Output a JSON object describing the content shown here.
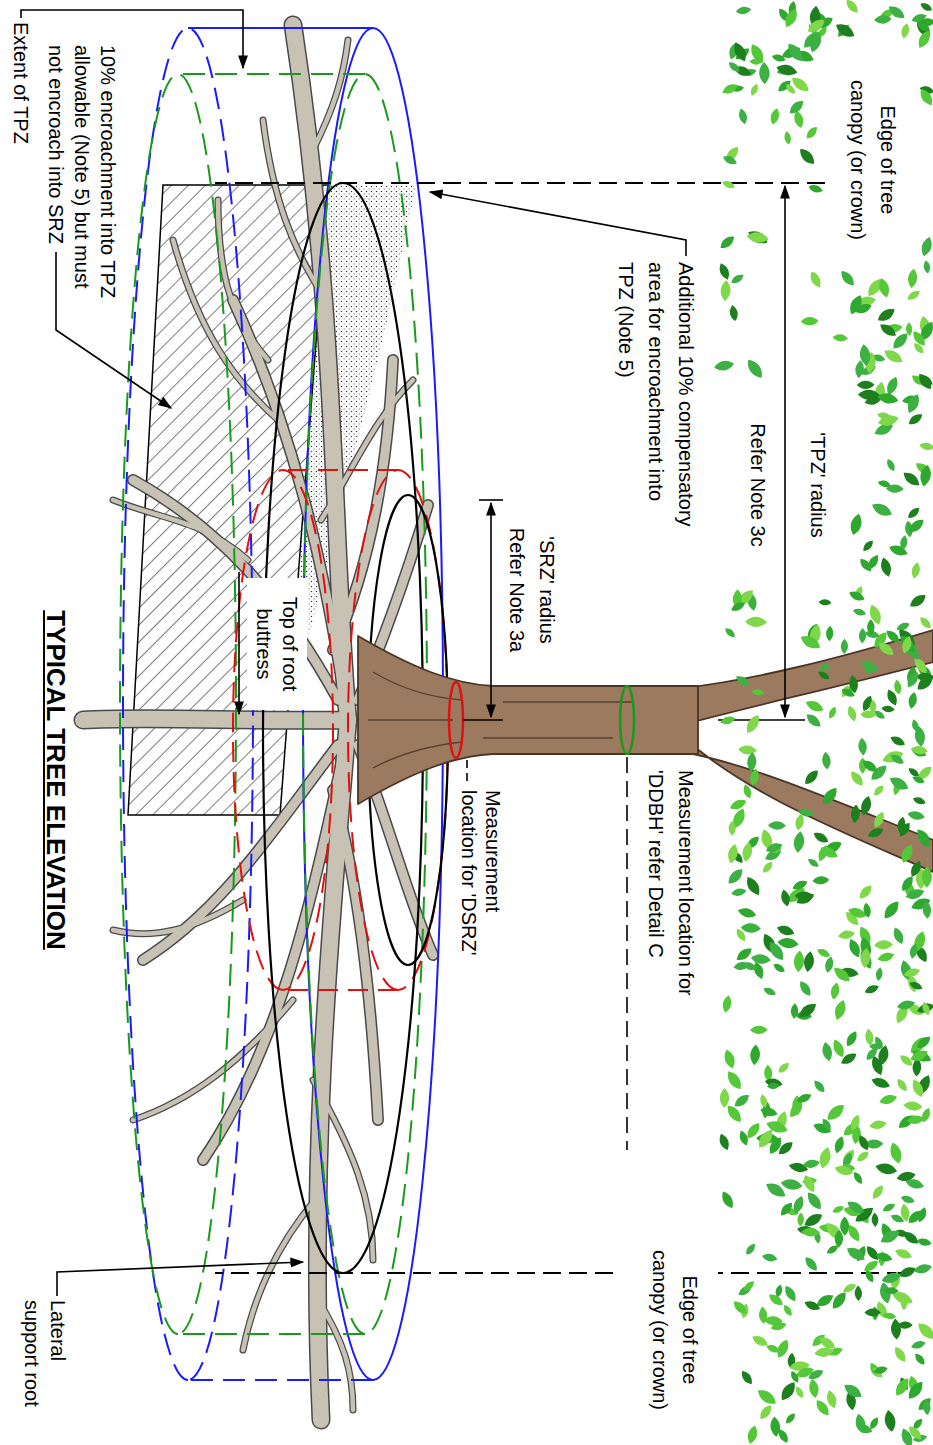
{
  "diagram": {
    "title": "TYPICAL TREE ELEVATION",
    "labels": [
      "Edge of tree canopy (or crown)",
      "'TPZ' radius",
      "Refer Note 3c",
      "Additional 10% compensatory area for encroachment into TPZ (Note 5)",
      "'SRZ' radius",
      "Refer Note 3a",
      "Top of root buttress",
      "Measurement location for 'DSRZ'",
      "Measurement location for 'DDBH' refer Detail C",
      "Edge of tree canopy (or crown)",
      "Extent of TPZ",
      "10% encroachment into TPZ allowable (Note 5) but must not encroach into SRZ",
      "Lateral support root"
    ]
  }
}
